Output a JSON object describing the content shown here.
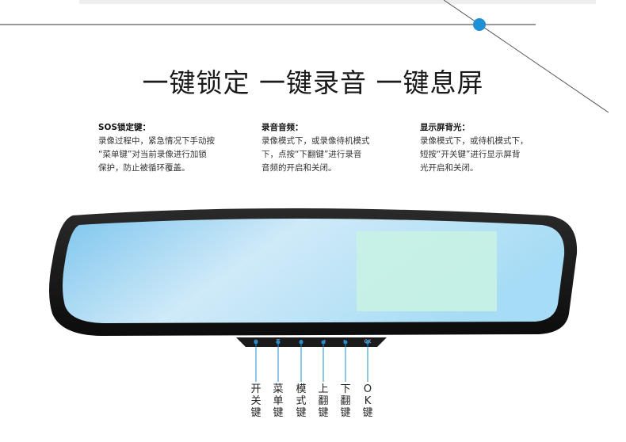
{
  "headline": "一键锁定 一键录音 一键息屏",
  "features": [
    {
      "title": "SOS锁定键：",
      "lines": [
        "录像过程中，紧急情况下手动按",
        "“菜单键”对当前录像进行加锁",
        "保护，防止被循环覆盖。"
      ]
    },
    {
      "title": "录音音频：",
      "lines": [
        "录像模式下，或录像待机模式",
        "下，点按“下翻键”进行录音",
        "音频的开启和关闭。"
      ]
    },
    {
      "title": "显示屏背光：",
      "lines": [
        "录像模式下，或待机模式下，",
        "短按“开关键”进行显示屏背",
        "光开启和关闭。"
      ]
    }
  ],
  "mirror_buttons": [
    {
      "icon": "power-icon",
      "glyph": "⏻"
    },
    {
      "icon": "menu-icon",
      "glyph": "☰"
    },
    {
      "icon": "mode-icon",
      "glyph": "◉"
    },
    {
      "icon": "up-icon",
      "glyph": "◀"
    },
    {
      "icon": "down-icon",
      "glyph": "▶"
    },
    {
      "icon": "ok-icon",
      "glyph": "OK"
    }
  ],
  "button_labels": [
    [
      "开",
      "关",
      "键"
    ],
    [
      "菜",
      "单",
      "键"
    ],
    [
      "模",
      "式",
      "键"
    ],
    [
      "上",
      "翻",
      "键"
    ],
    [
      "下",
      "翻",
      "键"
    ],
    [
      "O",
      "K",
      "键"
    ]
  ],
  "colors": {
    "accent_dot": "#1f8fd6",
    "mirror_frame": "#141414",
    "mirror_glass_light": "#cfeaf8",
    "mirror_glass_dark": "#7fc6ee",
    "screen_area": "#c8f2e4"
  }
}
